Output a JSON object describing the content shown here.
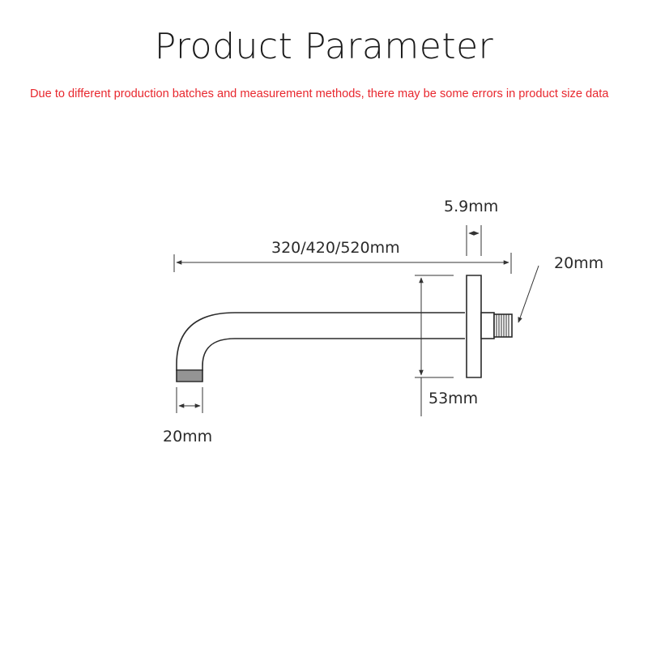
{
  "header": {
    "title": "Product Parameter",
    "disclaimer": "Due to different production batches and measurement methods, there may be some errors in product size data"
  },
  "dimensions": {
    "arm_length": "320/420/520mm",
    "flange_thickness": "5.9mm",
    "wall_thread_diameter": "20mm",
    "flange_diameter": "53mm",
    "outlet_thread_diameter": "20mm"
  },
  "colors": {
    "disclaimer_text": "#e8272e",
    "line": "#2a2a2a",
    "dimension_line": "#333333"
  }
}
